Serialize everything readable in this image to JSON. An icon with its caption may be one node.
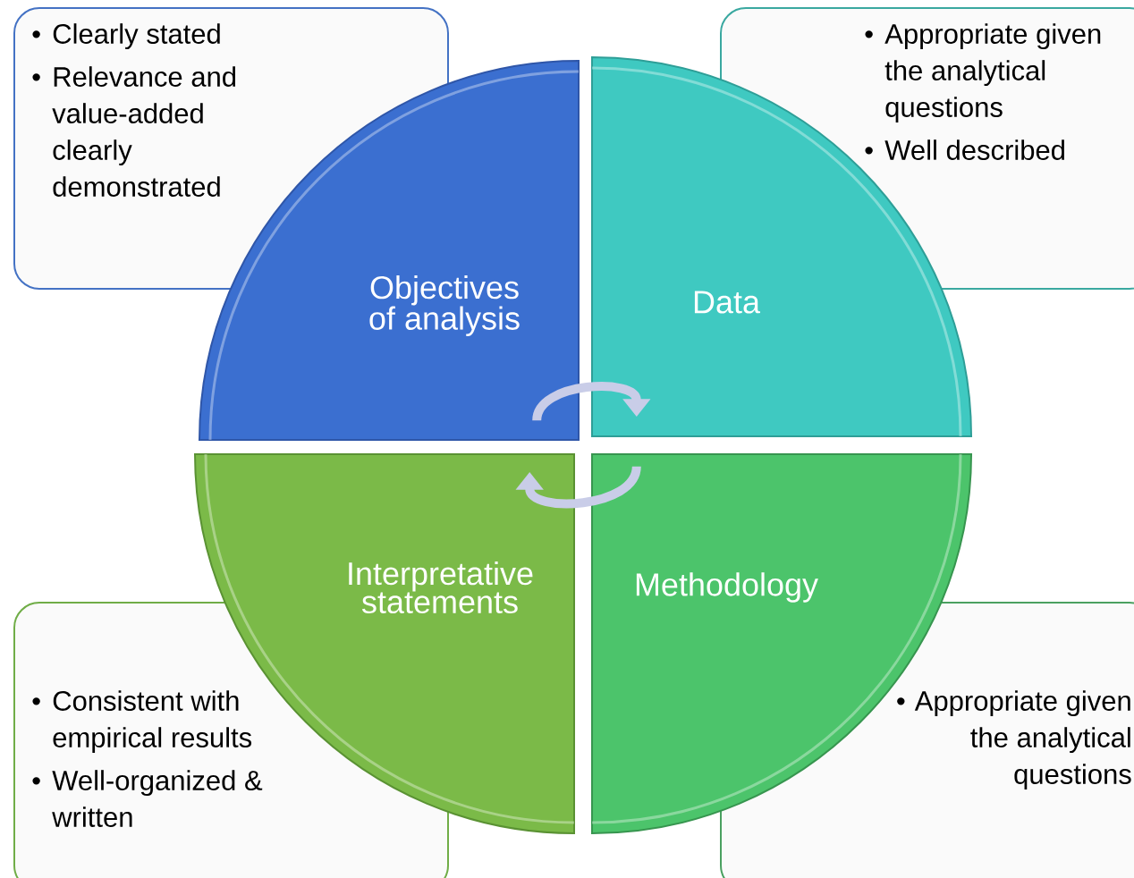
{
  "diagram": {
    "nodes": [
      {
        "text": [
          "Clearly stated",
          "Relevance and value-added clearly demonstrated"
        ]
      },
      {
        "text": [
          "Appropriate given the analytical questions",
          "Well described"
        ]
      },
      {
        "text": [
          "Objectives of analysis"
        ]
      },
      {
        "text": [
          "Data"
        ]
      },
      {
        "text": [
          "Interpretative statements"
        ]
      },
      {
        "text": [
          "Methodology"
        ]
      },
      {
        "text": [
          "Consistent with empirical results",
          "Well-organized & written"
        ]
      },
      {
        "text": [
          "Appropriate given the analytical questions"
        ]
      }
    ],
    "edges": [
      {
        "from": 2,
        "to": 3,
        "arrow": "to"
      },
      {
        "from": 5,
        "to": 4,
        "arrow": "to"
      }
    ],
    "labels": [
      "•",
      "•",
      "•",
      "•",
      "•",
      "•",
      "•"
    ]
  }
}
